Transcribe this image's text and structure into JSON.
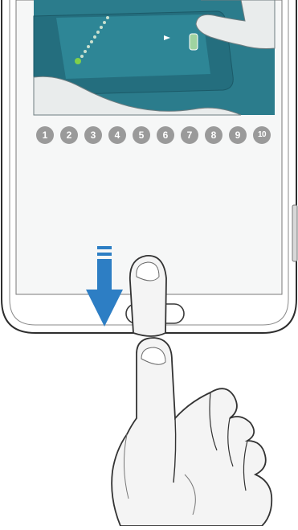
{
  "step_indicator": {
    "steps": [
      "1",
      "2",
      "3",
      "4",
      "5",
      "6",
      "7",
      "8",
      "9",
      "10"
    ]
  },
  "colors": {
    "screen_teal": "#2b7c8c",
    "screen_teal_dark": "#1f6474",
    "arrow_blue": "#2d7ec4",
    "step_circle_gray": "#9a9a9a",
    "outline": "#3a3a3a",
    "hand_fill": "#f2f2f2"
  },
  "icons": {
    "swipe_arrow": "swipe-down-arrow-icon",
    "finger": "pointing-finger-icon",
    "home_key": "home-button-icon"
  }
}
